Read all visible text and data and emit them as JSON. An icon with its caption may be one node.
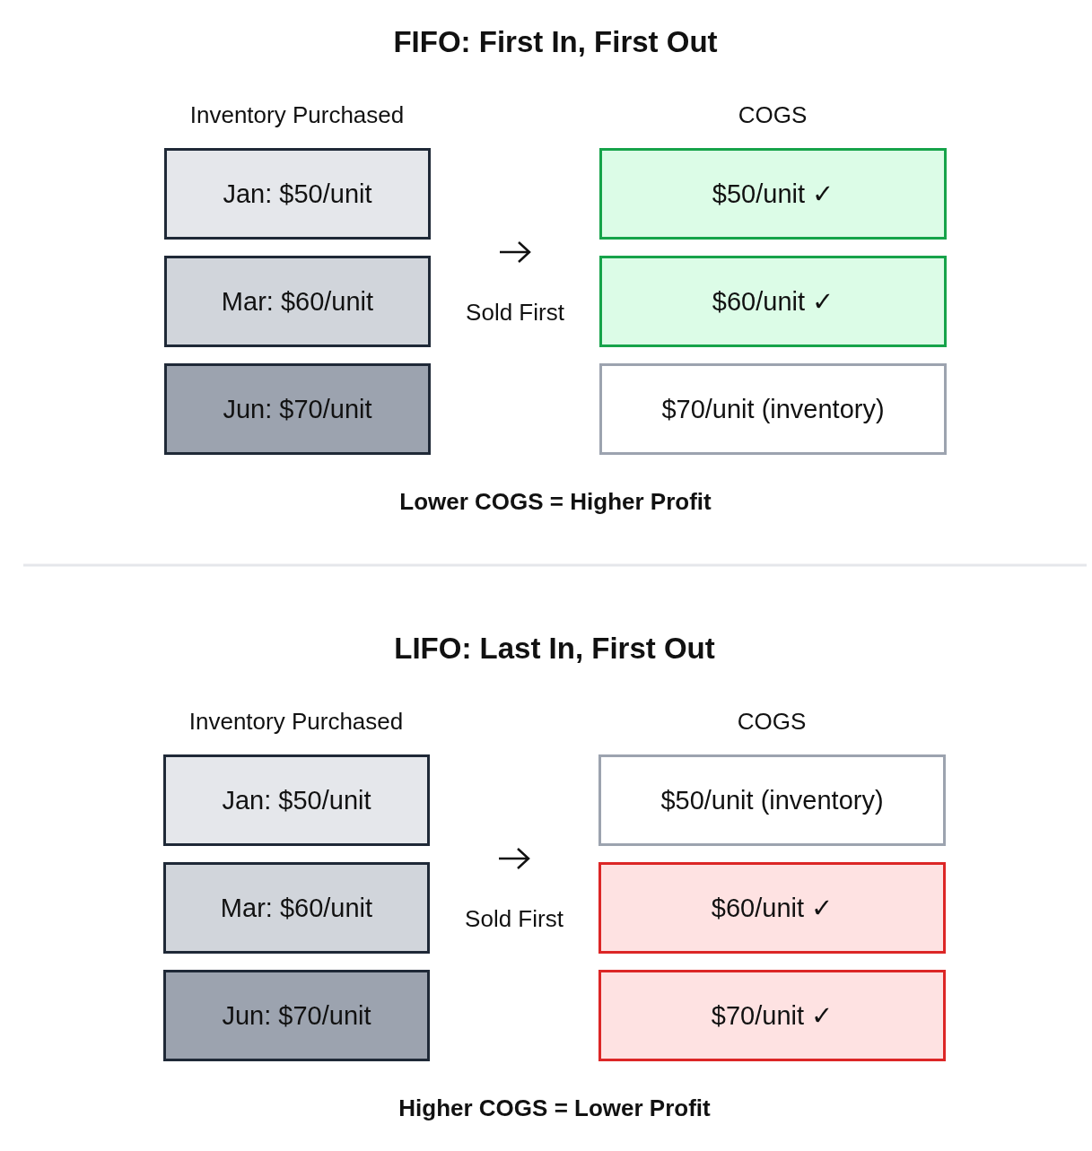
{
  "diagram": {
    "nodes": [
      {
        "text": [
          "Jan: $50/unit"
        ]
      },
      {
        "text": [
          "Mar: $60/unit"
        ]
      },
      {
        "text": [
          "Jun: $70/unit"
        ]
      },
      {
        "text": [
          "$50/unit ✓"
        ]
      },
      {
        "text": [
          "$60/unit ✓"
        ]
      },
      {
        "text": [
          "$70/unit (inventory)"
        ]
      },
      {
        "text": [
          "Jan: $50/unit"
        ]
      },
      {
        "text": [
          "Mar: $60/unit"
        ]
      },
      {
        "text": [
          "Jun: $70/unit"
        ]
      },
      {
        "text": [
          "$50/unit (inventory)"
        ]
      },
      {
        "text": [
          "$60/unit ✓"
        ]
      },
      {
        "text": [
          "$70/unit ✓"
        ]
      }
    ],
    "labels": [
      "FIFO: First In, First Out",
      "Inventory Purchased",
      "COGS",
      "Sold First",
      "Lower COGS = Higher Profit",
      "LIFO: Last In, First Out",
      "Inventory Purchased",
      "COGS",
      "Sold First",
      "Higher COGS = Lower Profit"
    ]
  }
}
